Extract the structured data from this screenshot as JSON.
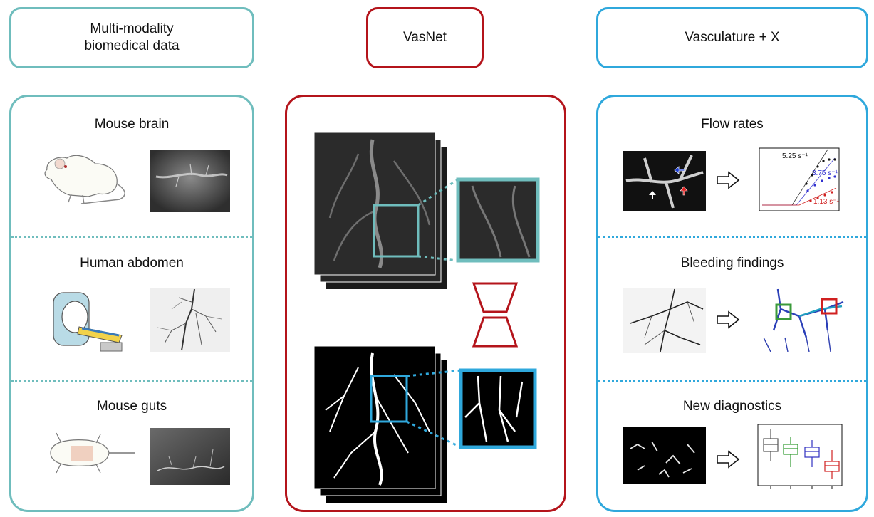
{
  "headers": {
    "left": "Multi-modality\nbiomedical data",
    "middle": "VasNet",
    "right": "Vasculature + X"
  },
  "left_panel": {
    "sections": [
      "Mouse brain",
      "Human abdomen",
      "Mouse guts"
    ]
  },
  "right_panel": {
    "sections": [
      "Flow rates",
      "Bleeding findings",
      "New diagnostics"
    ],
    "flow_labels": [
      "5.25 s⁻¹",
      "3.75 s⁻¹",
      "1.13 s⁻¹"
    ]
  },
  "colors": {
    "teal": "#6fbdbd",
    "red": "#b4141b",
    "blue": "#2fa8dc"
  },
  "icons": [
    "mouse-icon",
    "ct-scanner-icon",
    "dissected-mouse-icon",
    "hourglass-network-icon",
    "right-arrow-icon"
  ]
}
